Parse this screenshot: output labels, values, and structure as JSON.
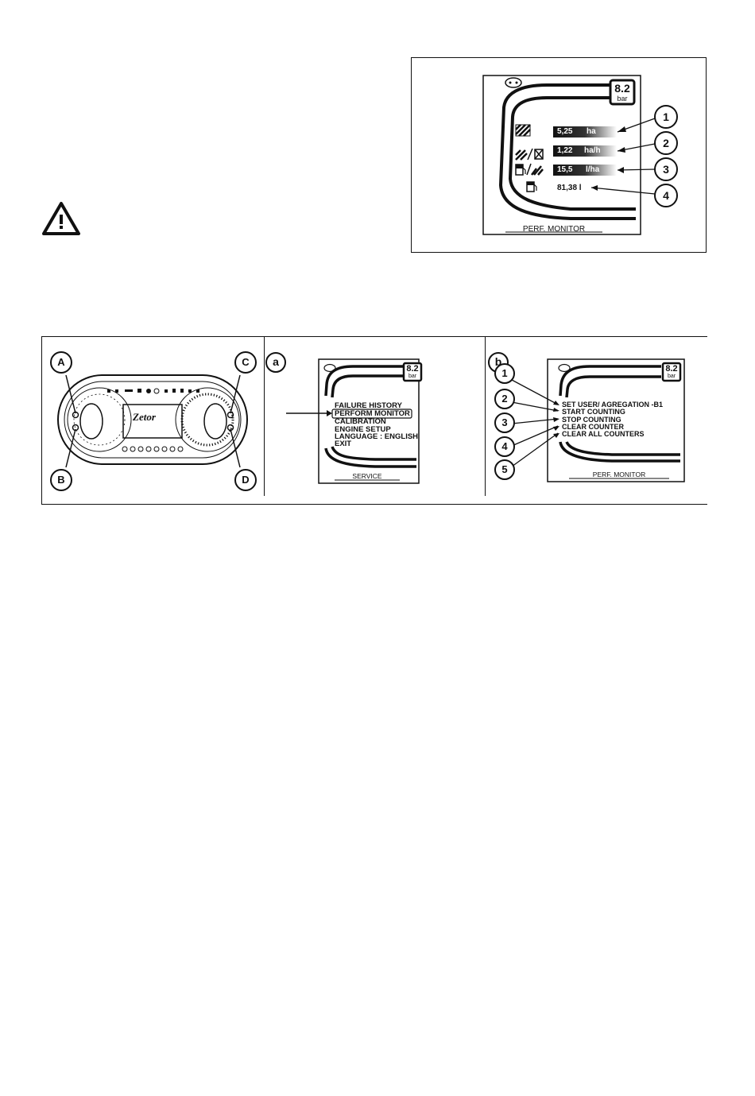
{
  "perf_monitor_figure": {
    "pressure_value": "8.2",
    "pressure_unit": "bar",
    "rows": [
      {
        "value": "5,25",
        "unit": "ha",
        "callout": "1"
      },
      {
        "value": "1,22",
        "unit": "ha/h",
        "callout": "2"
      },
      {
        "value": "15,5",
        "unit": "l/ha",
        "callout": "3"
      },
      {
        "value": "81,38 l",
        "unit": "",
        "callout": "4"
      }
    ],
    "footer": "PERF. MONITOR"
  },
  "dashboard_figure": {
    "brand": "Zetor",
    "buttons": [
      "A",
      "B",
      "C",
      "D"
    ]
  },
  "service_menu_figure": {
    "label": "a",
    "pressure_value": "8.2",
    "pressure_unit": "bar",
    "items": [
      "FAILURE HISTORY",
      "PERFORM MONITOR",
      "CALIBRATION",
      "ENGINE SETUP",
      "LANGUAGE : ENGLISH",
      "EXIT"
    ],
    "footer": "SERVICE"
  },
  "perf_menu_figure": {
    "label": "b",
    "pressure_value": "8.2",
    "pressure_unit": "bar",
    "items": [
      "SET USER/ AGREGATION -B1",
      "START COUNTING",
      "STOP COUNTING",
      "CLEAR COUNTER",
      "CLEAR ALL COUNTERS"
    ],
    "callouts": [
      "1",
      "2",
      "3",
      "4",
      "5"
    ],
    "footer": "PERF. MONITOR"
  }
}
